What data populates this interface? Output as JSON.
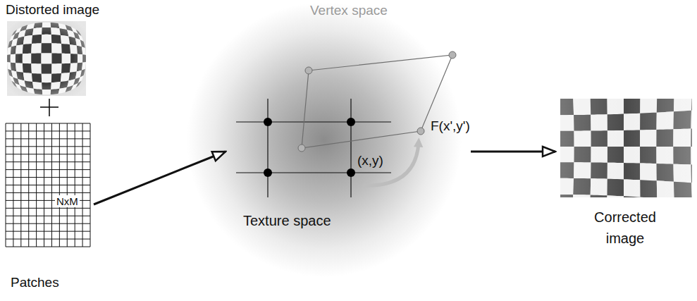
{
  "diagram": {
    "nodes": [
      {
        "text": [
          "Distorted image"
        ]
      },
      {
        "text": [
          "NxM",
          "Patches"
        ]
      },
      {
        "text": [
          "Texture space"
        ]
      },
      {
        "text": [
          "Corrected image"
        ]
      }
    ],
    "edges": [
      {
        "from": 1,
        "to": 2,
        "arrow": "to"
      },
      {
        "from": 2,
        "to": 3,
        "arrow": "to"
      }
    ],
    "labels": [
      "Vertex space",
      "(x,y)",
      "F(x',y')"
    ]
  }
}
